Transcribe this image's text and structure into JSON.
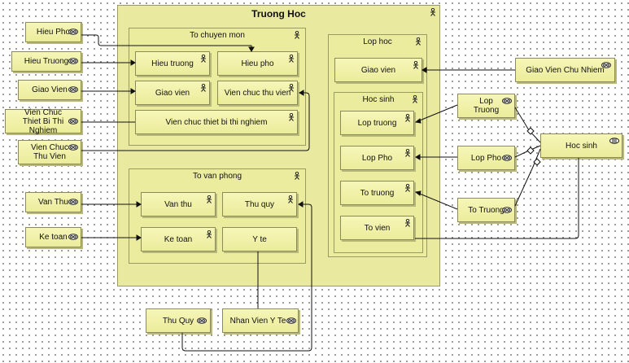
{
  "containers": {
    "truong_hoc": "Truong Hoc",
    "to_chuyen_mon": "To chuyen mon",
    "to_van_phong": "To van phong",
    "lop_hoc": "Lop hoc",
    "hoc_sinh_group": "Hoc sinh"
  },
  "internal": {
    "hieu_truong": "Hieu truong",
    "hieu_pho": "Hieu pho",
    "giao_vien": "Giao vien",
    "vien_chuc_thu_vien": "Vien chuc thu vien",
    "vien_chuc_tbtn": "Vien chuc thiet bi thi nghiem",
    "van_thu": "Van thu",
    "thu_quy": "Thu quy",
    "ke_toan": "Ke toan",
    "y_te": "Y te",
    "lop_giao_vien": "Giao vien",
    "lop_truong": "Lop truong",
    "lop_pho": "Lop Pho",
    "to_truong": "To truong",
    "to_vien": "To vien"
  },
  "external": {
    "hieu_pho": "Hieu Pho",
    "hieu_truong": "Hieu Truong",
    "giao_vien": "Giao Vien",
    "vien_chuc_tbtn": "Vien Chuc Thiet Bi Thi Nghiem",
    "vien_chuc_tv": "Vien Chuc Thu Vien",
    "van_thu": "Van Thu",
    "ke_toan": "Ke toan",
    "thu_quy": "Thu Quy",
    "nhan_vien_y_te": "Nhan Vien Y Te",
    "gv_chu_nhiem": "Giao Vien Chu Nhiem",
    "lop_truong": "Lop Truong",
    "lop_pho": "Lop Pho",
    "to_truong": "To Truong",
    "hoc_sinh": "Hoc sinh"
  }
}
